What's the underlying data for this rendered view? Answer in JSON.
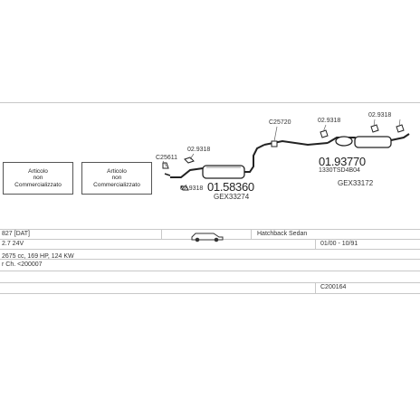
{
  "boxes": [
    {
      "line1": "Articolo",
      "line2": "non",
      "line3": "Commercializzato"
    },
    {
      "line1": "Articolo",
      "line2": "non",
      "line3": "Commercializzato"
    }
  ],
  "parts": {
    "c25611": "C25611",
    "p029318a": "02.9318",
    "p029318b": "02.9318",
    "c25720": "C25720",
    "p029318c": "02.9318",
    "p029318d": "02.9318",
    "pipe1_code": "01.58360",
    "pipe1_gex": "GEX33274",
    "pipe2_code": "01.93770",
    "pipe2_sub": "1330TSD4B04",
    "pipe2_gex": "GEX33172"
  },
  "info": {
    "model": "827  [DAT]",
    "body": "Hatchback Sedan",
    "engine": "2.7 24V",
    "dates": "01/00 - 10/91",
    "specs": "2675 cc, 169 HP, 124 KW",
    "chassis": "r Ch. <200007",
    "ref": "C200164"
  }
}
